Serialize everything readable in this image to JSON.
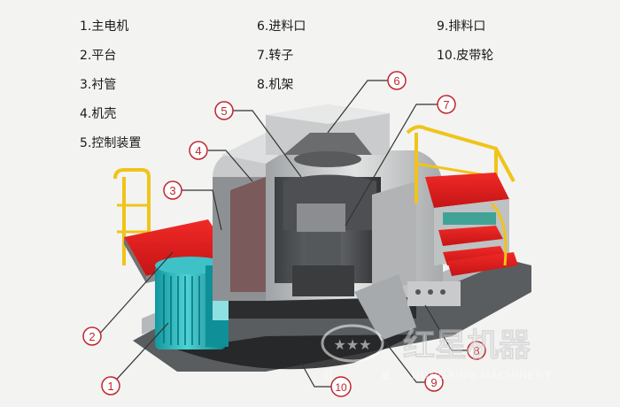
{
  "legend": {
    "col1": [
      "1.主电机",
      "2.平台",
      "3.衬管",
      "4.机壳",
      "5.控制装置"
    ],
    "col2": [
      "6.进料口",
      "7.转子",
      "8.机架"
    ],
    "col3": [
      "9.排料口",
      "10.皮带轮"
    ]
  },
  "callouts": [
    "1",
    "2",
    "3",
    "4",
    "5",
    "6",
    "7",
    "8",
    "9",
    "10"
  ],
  "watermark": {
    "brand": "红星机器",
    "pinyin": "HONGXING MACHINERY",
    "small_left": "红",
    "small_mid": "星"
  },
  "colors": {
    "accent": "#c0272d",
    "platform": "#e01d1f",
    "motor": "#1fb3b8",
    "rail": "#f0c419",
    "body": "#c9c9c9"
  }
}
